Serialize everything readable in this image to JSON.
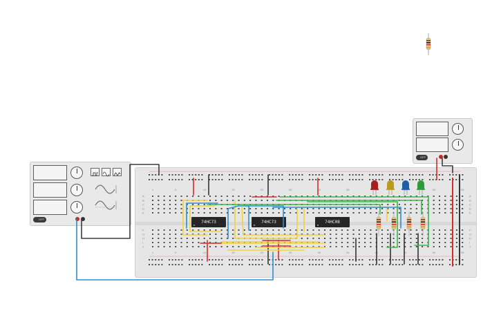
{
  "canvas": {
    "background": "#ffffff"
  },
  "breadboard": {
    "column_numbers": [
      "1",
      "5",
      "10",
      "15",
      "20",
      "25",
      "30",
      "35",
      "40",
      "45",
      "50",
      "55"
    ],
    "row_letters_top": [
      "A",
      "B",
      "C",
      "D",
      "E"
    ],
    "row_letters_bottom": [
      "F",
      "G",
      "H",
      "I",
      "J"
    ]
  },
  "chips": [
    {
      "label": "74HC73"
    },
    {
      "label": "74HC73"
    },
    {
      "label": "74HC08"
    }
  ],
  "leds": [
    {
      "color": "#a81d1d"
    },
    {
      "color": "#b89a1e"
    },
    {
      "color": "#1f5fa8"
    },
    {
      "color": "#2e9a38"
    }
  ],
  "function_generator": {
    "toggle_label": "OFF",
    "wave_buttons": [
      "square-wave-icon",
      "sine-wave-icon",
      "triangle-wave-icon"
    ]
  },
  "power_supply": {
    "toggle_label": "OFF"
  },
  "wire_colors": {
    "black": "#333333",
    "red": "#d42a2a",
    "blue": "#2a8ed4",
    "yellow": "#f0d23a",
    "green": "#39b54a",
    "grey": "#3c3c3c"
  }
}
